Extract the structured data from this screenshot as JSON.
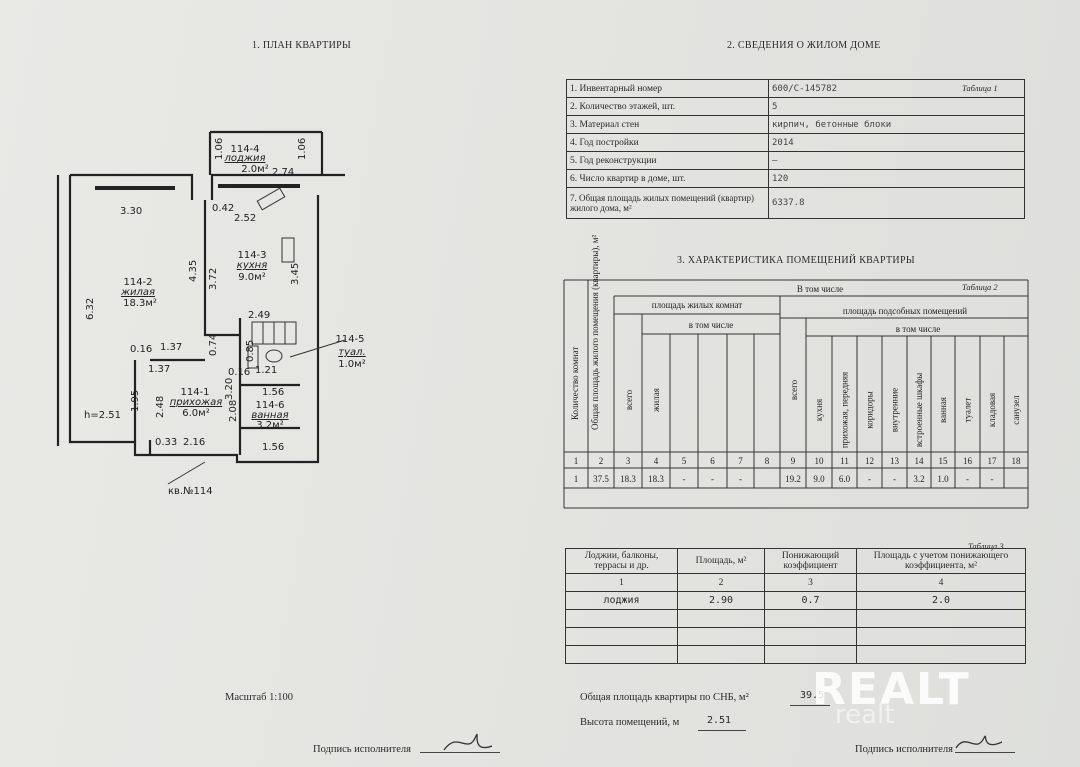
{
  "headers": {
    "plan": "1. ПЛАН КВАРТИРЫ",
    "house_info": "2. СВЕДЕНИЯ О ЖИЛОМ ДОМЕ",
    "rooms_char": "3. ХАРАКТЕРИСТИКА ПОМЕЩЕНИЙ КВАРТИРЫ"
  },
  "table1": {
    "caption": "Таблица 1",
    "rows": [
      {
        "label": "1. Инвентарный номер",
        "value": "600/С-145782"
      },
      {
        "label": "2. Количество этажей, шт.",
        "value": "5"
      },
      {
        "label": "3. Материал стен",
        "value": "кирпич, бетонные блоки"
      },
      {
        "label": "4. Год постройки",
        "value": "2014"
      },
      {
        "label": "5. Год реконструкции",
        "value": "—"
      },
      {
        "label": "6. Число квартир в доме, шт.",
        "value": "120"
      },
      {
        "label": "7. Общая площадь жилых помещений (квартир) жилого дома, м²",
        "value": "6337.8"
      }
    ]
  },
  "table2": {
    "caption": "Таблица 2",
    "h_rooms_count": "Количество комнат",
    "h_total_area": "Общая площадь жилого помещения (квартиры), м²",
    "h_in_total": "В том числе",
    "h_living_area": "площадь жилых комнат",
    "h_aux_area": "площадь подсобных помещений",
    "h_incl": "в том числе",
    "h_all": "всего",
    "h_living": "жилая",
    "h_aux_cols": [
      "кухня",
      "прихожая, передняя",
      "коридоры",
      "внутренние",
      "встроенные шкафы",
      "ванная",
      "туалет",
      "кладовая",
      "санузел"
    ],
    "col_numbers": [
      "1",
      "2",
      "3",
      "4",
      "5",
      "6",
      "7",
      "8",
      "9",
      "10",
      "11",
      "12",
      "13",
      "14",
      "15",
      "16",
      "17",
      "18"
    ],
    "data_row": [
      "1",
      "37.5",
      "18.3",
      "18.3",
      "-",
      "-",
      "-",
      "",
      "19.2",
      "9.0",
      "6.0",
      "-",
      "-",
      "3.2",
      "1.0",
      "-",
      "-",
      ""
    ]
  },
  "table3": {
    "caption": "Таблица 3",
    "headers": [
      "Лоджии, балконы, террасы и др.",
      "Площадь, м²",
      "Понижающий коэффициент",
      "Площадь с учетом понижающего коэффициента, м²"
    ],
    "col_numbers": [
      "1",
      "2",
      "3",
      "4"
    ],
    "rows": [
      [
        "лоджия",
        "2.90",
        "0.7",
        "2.0"
      ],
      [
        "",
        "",
        "",
        ""
      ],
      [
        "",
        "",
        "",
        ""
      ],
      [
        "",
        "",
        "",
        ""
      ]
    ]
  },
  "footer": {
    "scale": "Масштаб 1:100",
    "signature_left": "Подпись исполнителя",
    "total_area_label": "Общая площадь квартиры по СНБ, м²",
    "total_area_value": "39.5",
    "height_label": "Высота помещений, м",
    "height_value": "2.51",
    "signature_right": "Подпись исполнителя"
  },
  "plan": {
    "rooms": [
      {
        "code": "114-4",
        "name": "лоджия",
        "area": "2.0м²"
      },
      {
        "code": "114-2",
        "name": "жилая",
        "area": "18.3м²"
      },
      {
        "code": "114-3",
        "name": "кухня",
        "area": "9.0м²"
      },
      {
        "code": "114-5",
        "name": "туал.",
        "area": "1.0м²"
      },
      {
        "code": "114-1",
        "name": "прихожая",
        "area": "6.0м²"
      },
      {
        "code": "114-6",
        "name": "ванная",
        "area": "3.2м²"
      }
    ],
    "dims": [
      "1.06",
      "1.06",
      "2.74",
      "3.30",
      "0.42",
      "2.52",
      "6.32",
      "4.35",
      "3.72",
      "3.45",
      "2.49",
      "0.74",
      "0.85",
      "0.16",
      "1.37",
      "1.37",
      "0.16",
      "1.21",
      "1.56",
      "1.95",
      "2.48",
      "3.20",
      "2.08",
      "1.56",
      "0.33",
      "2.16"
    ],
    "ceiling": "h=2.51",
    "apartment": "кв.№114"
  },
  "watermark": {
    "brand": "REALT",
    "sub": "realt"
  }
}
